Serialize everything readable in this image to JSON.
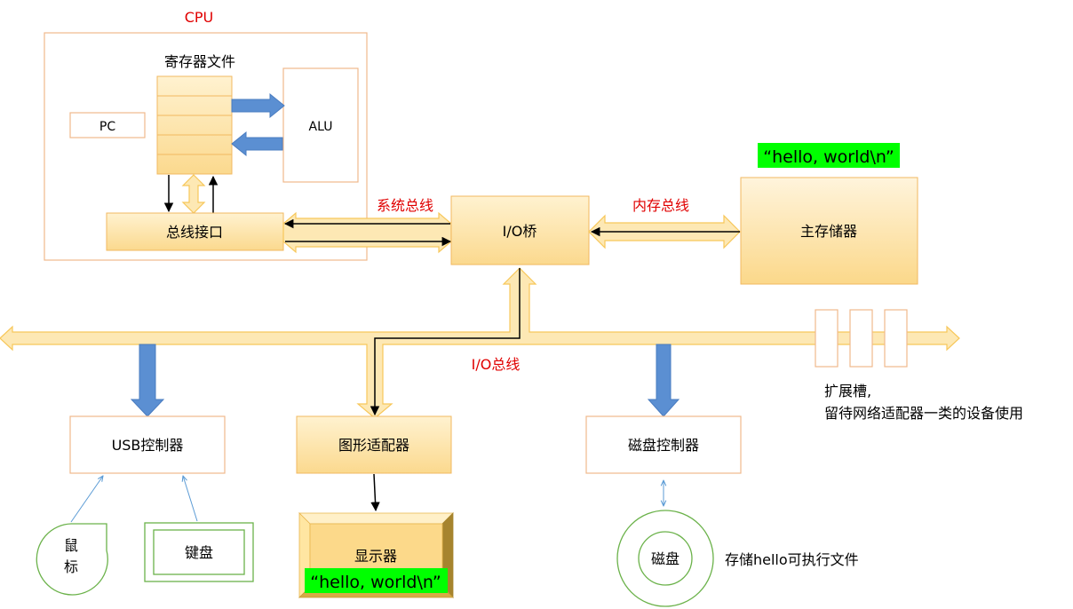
{
  "cpu": {
    "title": "CPU",
    "register_file_label": "寄存器文件",
    "pc_label": "PC",
    "alu_label": "ALU",
    "bus_interface_label": "总线接口"
  },
  "buses": {
    "system_bus_label": "系统总线",
    "memory_bus_label": "内存总线",
    "io_bus_label": "I/O总线"
  },
  "io_bridge_label": "I/O桥",
  "main_memory": {
    "label": "主存储器",
    "content_label": "“hello, world\\n”"
  },
  "devices": {
    "usb_controller_label": "USB控制器",
    "graphics_adapter_label": "图形适配器",
    "disk_controller_label": "磁盘控制器",
    "mouse_label": "鼠标",
    "keyboard_label": "键盘",
    "display_label": "显示器",
    "display_content_label": "“hello, world\\n”",
    "disk_label": "磁盘",
    "disk_note": "存储hello可执行文件"
  },
  "expansion": {
    "line1": "扩展槽,",
    "line2": "留待网络适配器一类的设备使用"
  },
  "colors": {
    "box_border": "#f0b98c",
    "bus_fill": "#fde8b4",
    "bus_stroke": "#f7c75a",
    "highlight_green": "#00ff00",
    "accent_red": "#e00000",
    "blue_arrow": "#5b8fd2",
    "green_outline": "#6bb24a"
  }
}
